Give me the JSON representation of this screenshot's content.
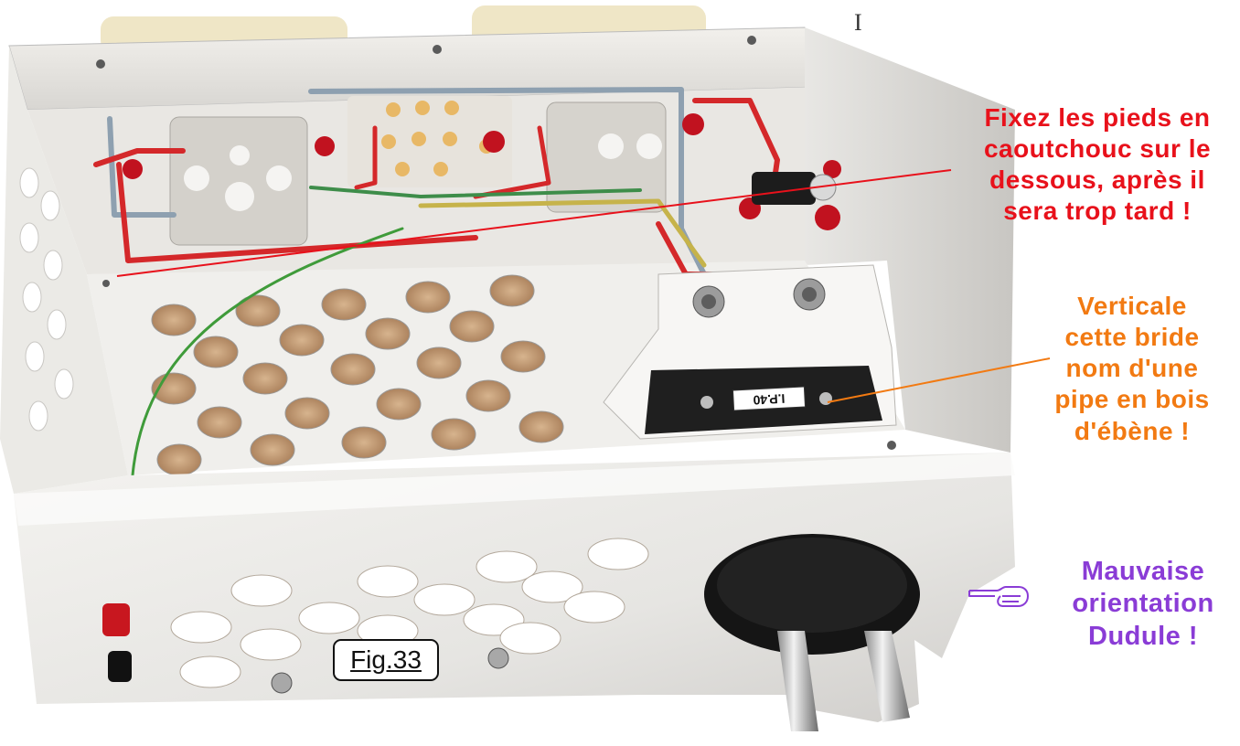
{
  "figure": {
    "label": "Fig.33",
    "corner_mark": "I"
  },
  "annotations": {
    "red_note": {
      "lines": [
        "Fixez les pieds en",
        "caoutchouc sur le",
        "dessous, après il",
        "sera trop tard !"
      ],
      "color": "#e8111b"
    },
    "orange_note": {
      "lines": [
        "Verticale",
        "cette bride",
        "nom d'une",
        "pipe en bois",
        "d'ébène !"
      ],
      "color": "#f27a12"
    },
    "purple_note": {
      "lines": [
        "Mauvaise",
        "orientation",
        "Dudule !"
      ],
      "color": "#8a3cd6",
      "icon": "pointing-hand-icon"
    }
  },
  "photo": {
    "component_label": "I.P.40",
    "subject": "white metal enclosure with wiring, sockets, fuse holder and a two-pin mains plug"
  }
}
